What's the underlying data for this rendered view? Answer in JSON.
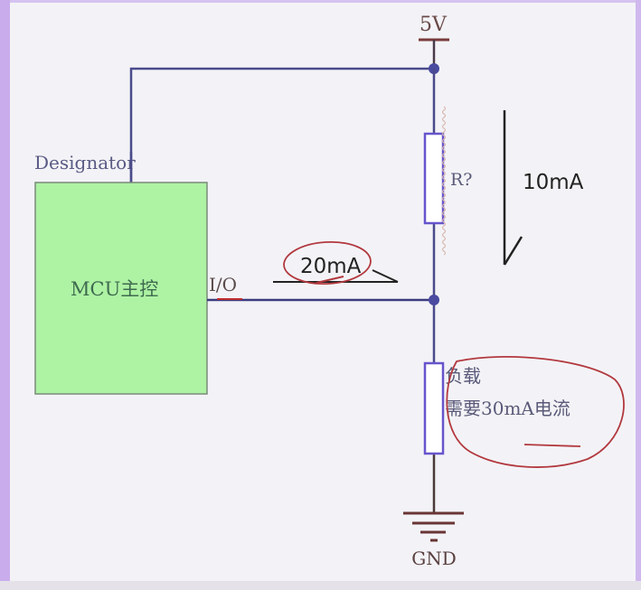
{
  "schematic": {
    "power_label": "5V",
    "ground_label": "GND",
    "mcu": {
      "designator": "Designator",
      "label": "MCU主控",
      "pin_label": "I/O"
    },
    "resistor": {
      "label": "R?"
    },
    "load": {
      "line1": "负载",
      "line2": "需要30mA电流"
    },
    "annotations": {
      "resistor_current": "10mA",
      "io_current": "20mA"
    }
  },
  "colors": {
    "wire": "#4a4a8c",
    "mcu_fill": "#aef2a4",
    "power_symbol": "#7a3b3b",
    "resistor_outline": "#6655cc",
    "annotation_red": "#b2393f",
    "annotation_dark": "#222222",
    "label_gray": "#5a5a7a"
  }
}
